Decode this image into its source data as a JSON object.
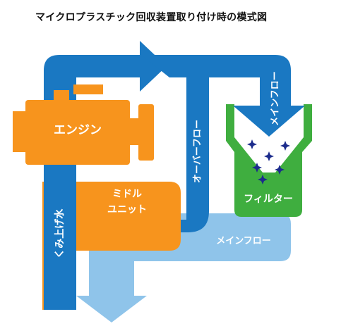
{
  "title": "マイクロプラスチック回収装置取り付け時の模式図",
  "labels": {
    "engine": "エンジン",
    "middle_unit_line1": "ミドル",
    "middle_unit_line2": "ユニット",
    "pump_water": "くみ上げ水",
    "over_flow": "オーバーフロー",
    "main_flow_top": "メインフロー",
    "main_flow_bottom": "メインフロー",
    "filter": "フィルター"
  },
  "colors": {
    "dark_blue": "#1a78c2",
    "light_blue": "#8fc4ea",
    "orange": "#f7941d",
    "green": "#3fae3f",
    "particle": "#1c2c8c"
  }
}
